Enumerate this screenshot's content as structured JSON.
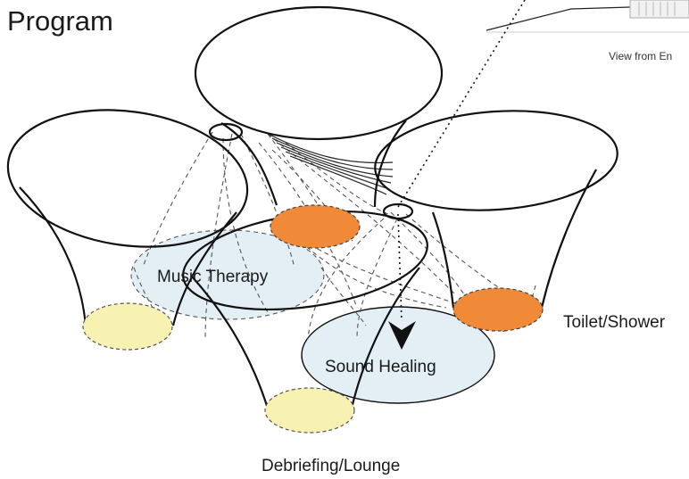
{
  "title": "Program",
  "view_caption": "View from En",
  "labels": {
    "music_therapy": "Music Therapy",
    "sound_healing": "Sound Healing",
    "toilet_shower": "Toilet/Shower",
    "debriefing_lounge": "Debriefing/Lounge"
  },
  "colors": {
    "toilet_shower_fill": "#f08a38",
    "debriefing_fill": "#f7f1b2",
    "program_area_fill": "#e4eff5",
    "outline": "#111111"
  }
}
